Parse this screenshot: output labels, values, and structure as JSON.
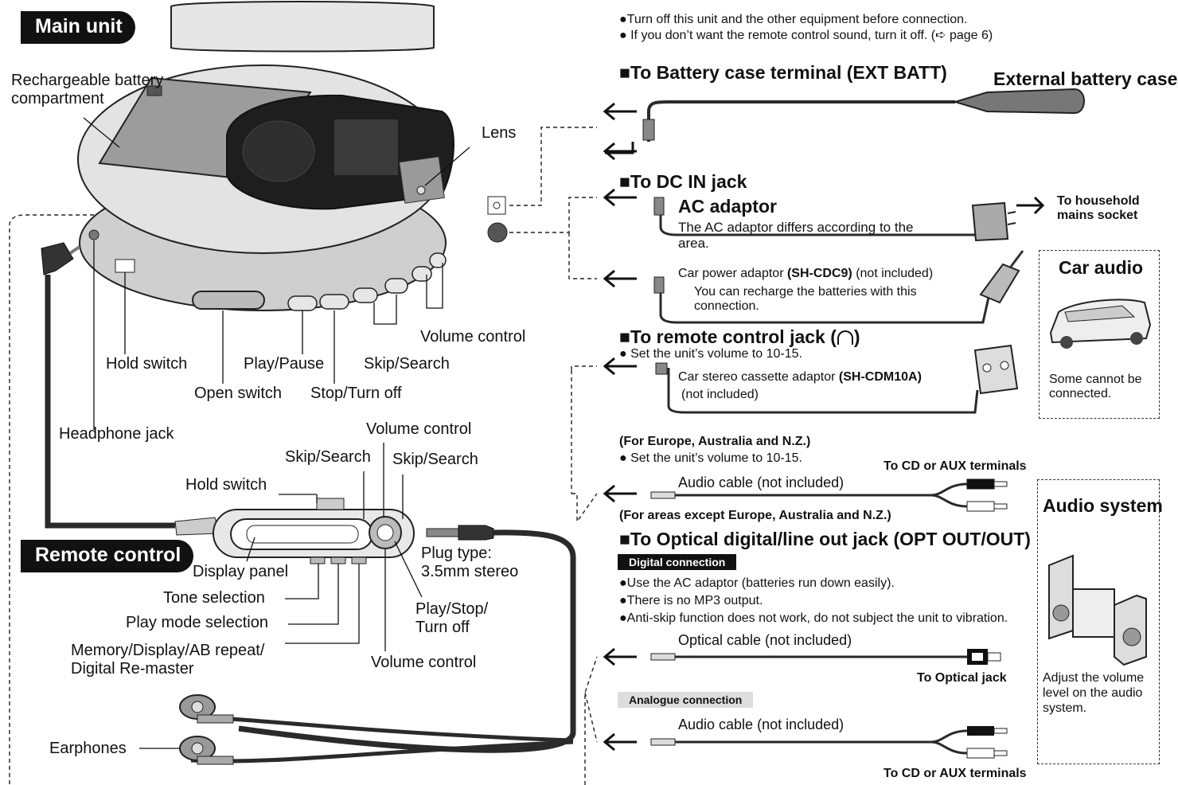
{
  "left": {
    "main_unit_title": "Main unit",
    "remote_control_title": "Remote control",
    "main_labels": {
      "rechargeable_battery_compartment": "Rechargeable battery\ncompartment",
      "lens": "Lens",
      "volume_control": "Volume control",
      "hold_switch": "Hold switch",
      "play_pause": "Play/Pause",
      "skip_search": "Skip/Search",
      "open_switch": "Open switch",
      "stop_turn_off": "Stop/Turn off",
      "headphone_jack": "Headphone jack"
    },
    "remote_labels": {
      "volume_control_top": "Volume control",
      "skip_search_left": "Skip/Search",
      "skip_search_right": "Skip/Search",
      "hold_switch": "Hold switch",
      "display_panel": "Display panel",
      "plug_type": "Plug type:\n3.5mm stereo",
      "tone_selection": "Tone selection",
      "play_mode_selection": "Play mode selection",
      "memory_display": "Memory/Display/AB repeat/\nDigital Re-master",
      "play_stop_turn_off": "Play/Stop/\nTurn off",
      "volume_control_bottom": "Volume control",
      "earphones": "Earphones"
    }
  },
  "right": {
    "notes": [
      "●Turn off this unit and the other equipment before connection.",
      "● If you don’t want the remote control sound, turn it off. (➪ page 6)"
    ],
    "battery_heading": "■To Battery case terminal (EXT BATT)",
    "external_battery_case": "External battery case",
    "dc_in_heading": "■To DC IN jack",
    "ac_adaptor_title": "AC adaptor",
    "ac_adaptor_desc": "The AC adaptor differs according to the\narea.",
    "to_household": "To household\nmains socket",
    "car_power_adaptor": "Car power adaptor",
    "car_power_model": "(SH-CDC9)",
    "not_included": "(not included)",
    "recharge_note": "You can recharge the batteries with this\nconnection.",
    "car_audio_title": "Car audio",
    "car_audio_note": "Some cannot be\nconnected.",
    "remote_jack_heading": "■To remote control jack (",
    "remote_jack_heading_end": ")",
    "volume_note": "● Set the unit’s volume to 10-15.",
    "cassette_adaptor": "Car stereo cassette adaptor",
    "cassette_model": "(SH-CDM10A)",
    "cassette_not_included": "(not included)",
    "for_europe": "(For Europe, Australia and N.Z.)",
    "volume_note2": "● Set the unit’s volume to 10-15.",
    "to_cd_aux_top": "To CD or AUX terminals",
    "audio_cable_1": "Audio cable (not included)",
    "for_areas_except": "(For areas except Europe, Australia and N.Z.)",
    "optical_heading": "■To Optical digital/line out jack (OPT OUT/OUT)",
    "digital_connection": "Digital connection",
    "digital_notes": [
      "●Use the AC adaptor (batteries run down easily).",
      "●There is no MP3 output.",
      "●Anti-skip function does not work, do not subject the unit to vibration."
    ],
    "optical_cable": "Optical cable (not included)",
    "to_optical_jack": "To Optical jack",
    "analogue_connection": "Analogue connection",
    "audio_cable_2": "Audio cable (not included)",
    "to_cd_aux_bottom": "To CD or AUX terminals",
    "audio_system_title": "Audio system",
    "audio_system_note": "Adjust the volume\nlevel on the audio\nsystem."
  }
}
